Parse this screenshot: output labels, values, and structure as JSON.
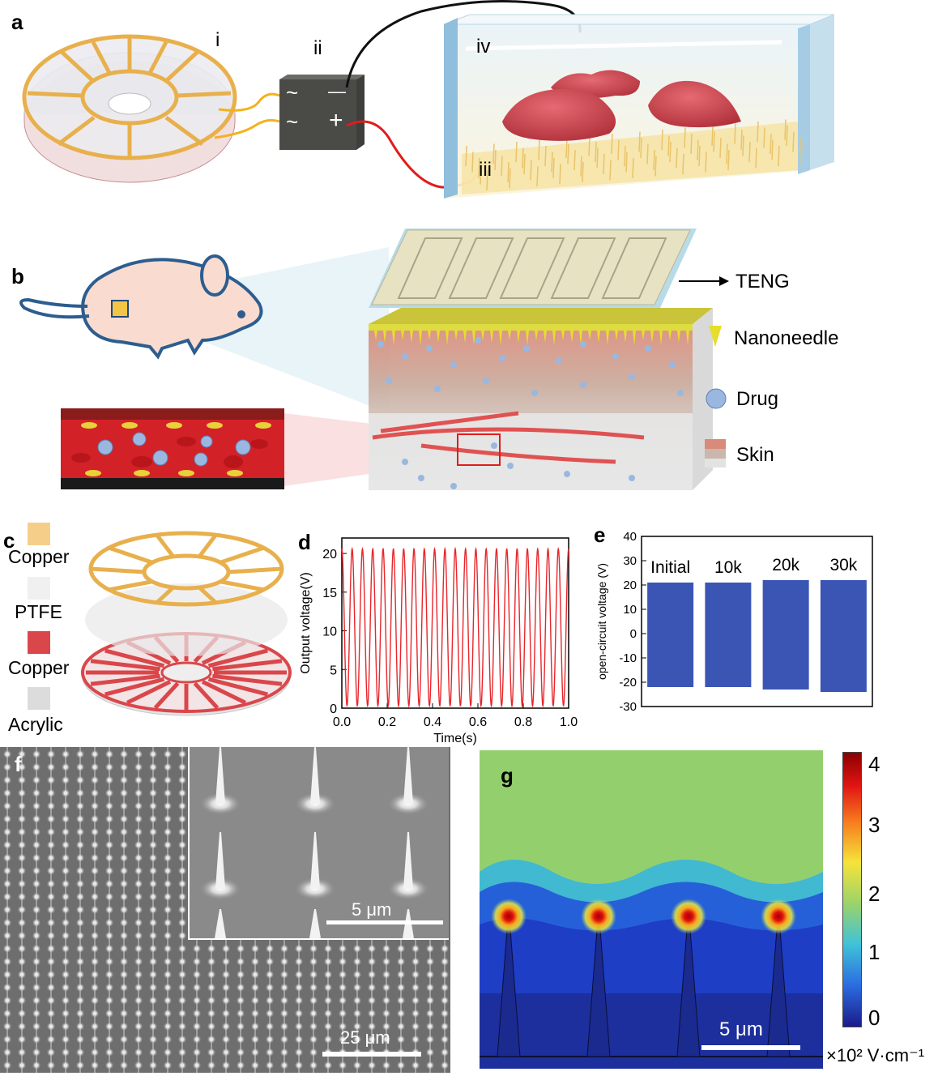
{
  "panels": {
    "a": {
      "label": "a",
      "markers": [
        "i",
        "ii",
        "iii",
        "iv"
      ],
      "module_symbols": {
        "ac_top": "~",
        "ac_bottom": "~",
        "minus": "—",
        "plus": "+"
      }
    },
    "b": {
      "label": "b",
      "legend": [
        {
          "text": "TENG",
          "icon": "arrow-icon"
        },
        {
          "text": "Nanoneedle",
          "icon": "nanoneedle-icon"
        },
        {
          "text": "Drug",
          "icon": "drug-particle-icon"
        },
        {
          "text": "Skin",
          "icon": "skin-layers-icon"
        }
      ]
    },
    "c": {
      "label": "c",
      "layers": [
        {
          "name": "Copper",
          "color": "#f5cf8a"
        },
        {
          "name": "PTFE",
          "color": "#f0f0f0"
        },
        {
          "name": "Copper",
          "color": "#d9474b"
        },
        {
          "name": "Acrylic",
          "color": "#dcdcdc"
        }
      ]
    },
    "d": {
      "label": "d"
    },
    "e": {
      "label": "e"
    },
    "f": {
      "label": "f",
      "scale_main": "25 μm",
      "scale_inset": "5 μm"
    },
    "g": {
      "label": "g",
      "scale": "5 μm",
      "colorbar_ticks": [
        "4",
        "3",
        "2",
        "1",
        "0"
      ],
      "colorbar_unit": "×10² V·cm⁻¹"
    }
  },
  "chart_data": [
    {
      "panel": "d",
      "type": "line",
      "xlabel": "Time(s)",
      "ylabel": "Output voltage(V)",
      "xlim": [
        0.0,
        1.0
      ],
      "ylim": [
        0,
        22
      ],
      "xticks": [
        "0.0",
        "0.2",
        "0.4",
        "0.6",
        "0.8",
        "1.0"
      ],
      "yticks": [
        "0",
        "5",
        "10",
        "15",
        "20"
      ],
      "series": [
        {
          "color": "#e8262b",
          "waveform": "periodic",
          "cycles": 22,
          "min": 0.3,
          "max": 20.6
        }
      ],
      "grid": false
    },
    {
      "panel": "e",
      "type": "bar",
      "ylabel": "open-circuit voltage (V)",
      "ylim": [
        -30,
        40
      ],
      "yticks": [
        "40",
        "30",
        "20",
        "10",
        "0",
        "-10",
        "-20",
        "-30"
      ],
      "categories": [
        "Initial",
        "10k",
        "20k",
        "30k"
      ],
      "values_max": [
        21,
        21,
        22,
        22
      ],
      "values_min": [
        -22,
        -22,
        -23,
        -24
      ],
      "color": "#3a55b4",
      "grid": false
    }
  ]
}
